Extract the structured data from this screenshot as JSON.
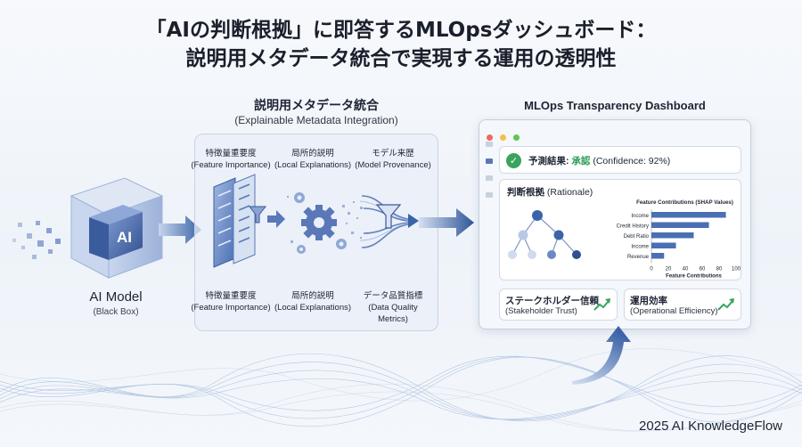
{
  "title": {
    "line1": "「AIの判断根拠」に即答するMLOpsダッシュボード：",
    "line2": "説明用メタデータ統合で実現する運用の透明性"
  },
  "ai_model": {
    "chip_text": "AI",
    "name": "AI Model",
    "subtitle": "(Black Box)"
  },
  "metadata": {
    "title": "説明用メタデータ統合",
    "subtitle": "(Explainable Metadata Integration)",
    "top_labels": [
      {
        "jp": "特徴量重要度",
        "en": "(Feature Importance)"
      },
      {
        "jp": "局所的説明",
        "en": "(Local Explanations)"
      },
      {
        "jp": "モデル来歴",
        "en": "(Model Provenance)"
      }
    ],
    "bottom_labels": [
      {
        "jp": "特徴量重要度",
        "en": "(Feature Importance)"
      },
      {
        "jp": "局所的説明",
        "en": "(Local Explanations)"
      },
      {
        "jp": "データ品質指標",
        "en": "(Data Quality Metrics)"
      }
    ]
  },
  "dashboard": {
    "title": "MLOps Transparency Dashboard",
    "result": {
      "label": "予測結果:",
      "status": "承認",
      "confidence": "(Confidence: 92%)"
    },
    "rationale": {
      "title": "判断根拠",
      "subtitle": "(Rationale)"
    },
    "kpis": [
      {
        "title": "ステークホルダー信頼",
        "subtitle": "(Stakeholder Trust)"
      },
      {
        "title": "運用効率",
        "subtitle": "(Operational Efficiency)"
      }
    ]
  },
  "chart_data": {
    "type": "bar",
    "orientation": "horizontal",
    "title": "Feature Contributions (SHAP Values)",
    "xlabel": "Feature Contributions",
    "categories": [
      "Income",
      "Credit History",
      "Debt Ratio",
      "Income",
      "Revenue"
    ],
    "values": [
      88,
      68,
      50,
      29,
      15
    ],
    "xlim": [
      0,
      100
    ],
    "xticks": [
      "0",
      "20",
      "40",
      "60",
      "80",
      "100"
    ],
    "bar_color": "#4a6fb3"
  },
  "colors": {
    "accent": "#3b63a8",
    "approved": "#2f9e57",
    "trend": "#3aa35d"
  },
  "footer": "2025 AI KnowledgeFlow"
}
